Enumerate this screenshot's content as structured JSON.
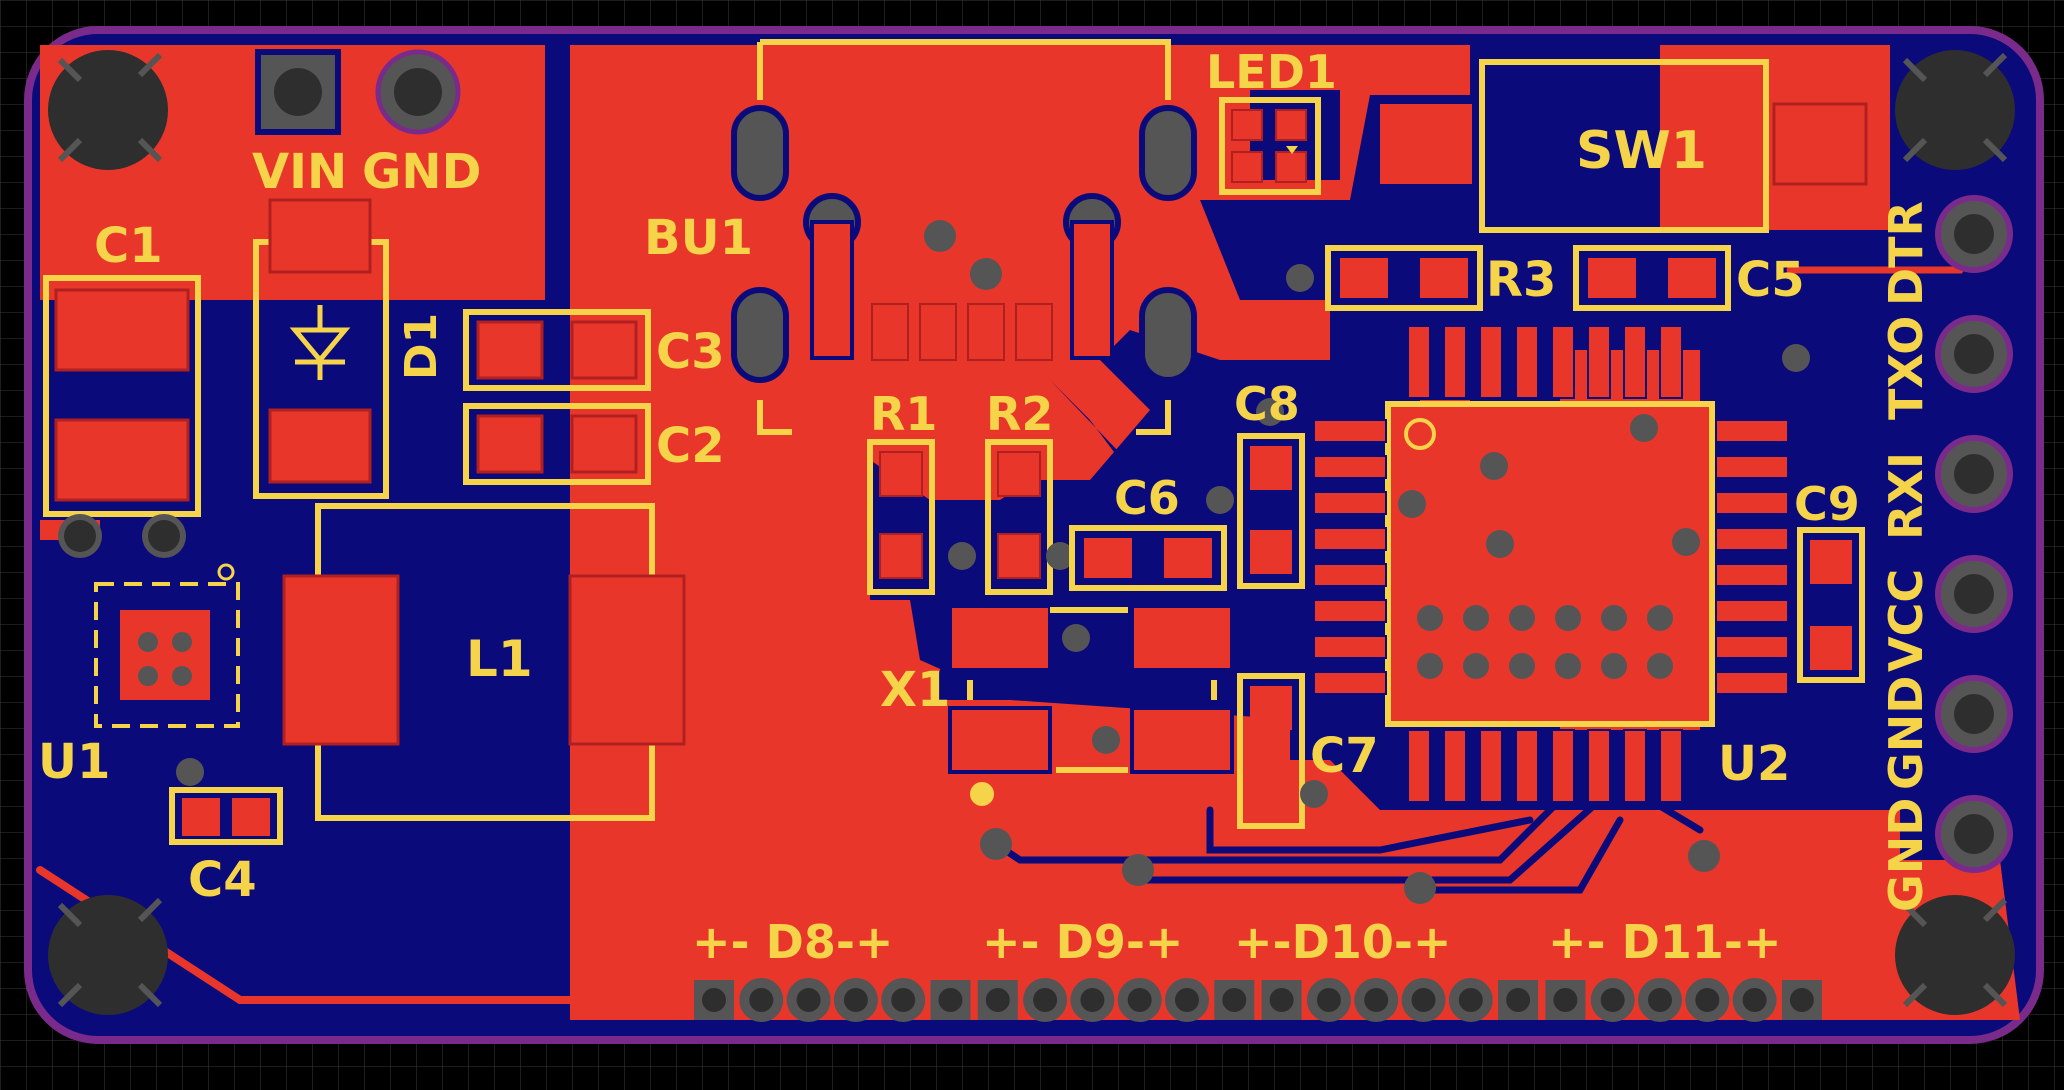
{
  "colors": {
    "background": "#000000",
    "grid": "#3a3a3a",
    "top_copper": "#e8372a",
    "bottom_copper": "#0a0a7a",
    "silkscreen": "#f5d44a",
    "board_outline": "#7a2a8a",
    "pad_gray": "#555555",
    "hole": "#2e2e2e"
  },
  "designators": {
    "vin": "VIN",
    "gnd_top": "GND",
    "c1": "C1",
    "d1": "D1",
    "c3": "C3",
    "c2": "C2",
    "bu1": "BU1",
    "led1": "LED1",
    "sw1": "SW1",
    "r3": "R3",
    "c5": "C5",
    "r1": "R1",
    "r2": "R2",
    "c8": "C8",
    "c6": "C6",
    "c9": "C9",
    "l1": "L1",
    "x1": "X1",
    "c7": "C7",
    "u1": "U1",
    "u2": "U2",
    "c4": "C4"
  },
  "header_pins": [
    "DTR",
    "TXO",
    "RXI",
    "VCC",
    "GND",
    "GND"
  ],
  "bottom_header_labels": [
    "+- D8-+",
    "+- D9-+",
    "+-D10-+",
    "+- D11-+"
  ],
  "icons": [
    "diode-symbol-icon",
    "pin1-marker-icon",
    "mounting-hole-icon"
  ]
}
